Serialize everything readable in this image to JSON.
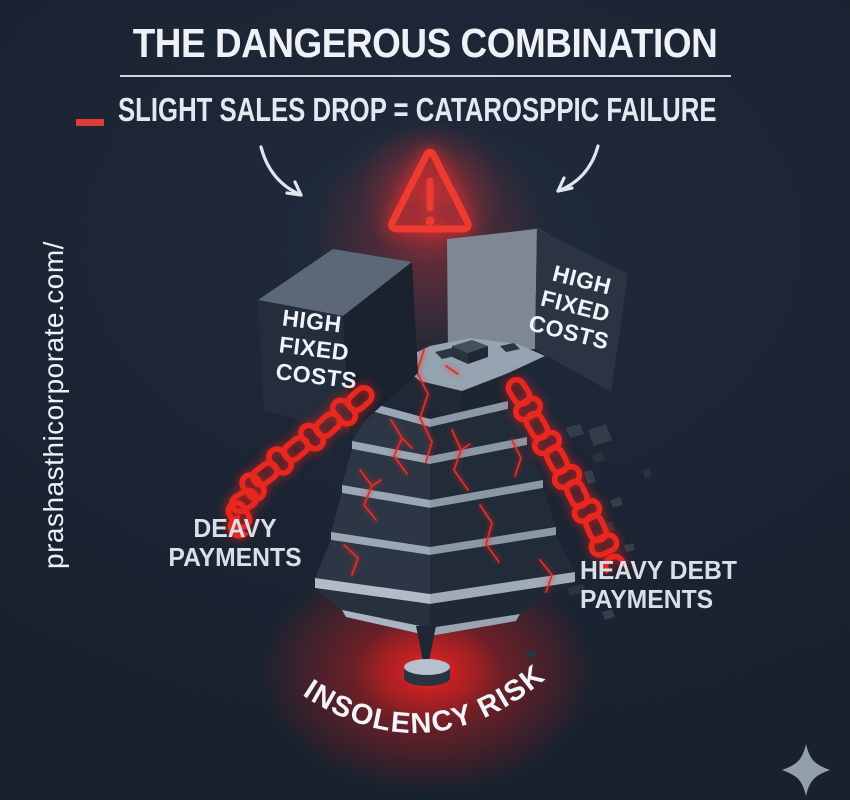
{
  "watermark": {
    "text": "prashasthicorporate.com/"
  },
  "header": {
    "title": "THE DANGEROUS COMBINATION",
    "subtitle": "SLIGHT SALES DROP = CATAROSPPIC FAILURE"
  },
  "cost_blocks": {
    "left": {
      "lines": [
        "HIGH",
        "FIXED",
        "COSTS"
      ]
    },
    "right": {
      "lines": [
        "HIGH",
        "FIXED",
        "COSTS"
      ]
    }
  },
  "labels": {
    "left_payments_line1": "DEAVY",
    "left_payments_line2": "PAYMENTS",
    "right_payments_line1": "HEAVY DEBT",
    "right_payments_line2": "PAYMENTS",
    "bottom_arc": "INSOLENCY RISK"
  },
  "icons": {
    "warning": "warning-triangle-icon",
    "left_arrow": "curved-arrow-down-right-icon",
    "right_arrow": "curved-arrow-down-left-icon",
    "left_chain": "broken-chain-icon",
    "right_chain": "broken-chain-icon",
    "sparkle": "sparkle-icon"
  },
  "colors": {
    "background": "#1c2534",
    "accent_red": "#ee3a31",
    "chain_red": "#e8271f",
    "crack_red": "#e02f27",
    "glow_red": "#ff2a2a",
    "text_light": "#edf1f6",
    "slab_light": "#9aa7b5",
    "block_dark": "#242e3c"
  }
}
